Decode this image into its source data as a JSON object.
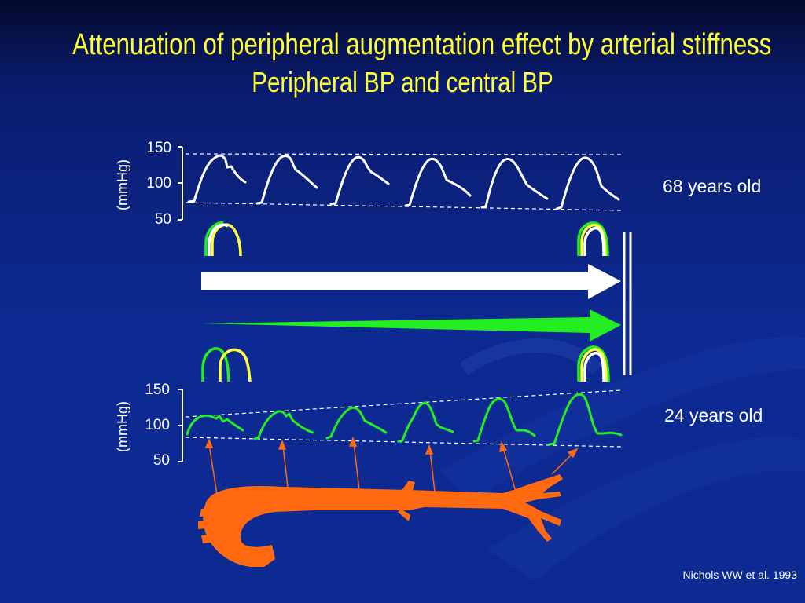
{
  "slide": {
    "title_line1": "Attenuation of peripheral augmentation effect by arterial stiffness",
    "title_line2": "Peripheral BP and central BP",
    "citation": "Nichols WW et al. 1993"
  },
  "panels": {
    "old": {
      "age_label": "68 years old",
      "unit": "(mmHg)",
      "ticks": [
        "150",
        "100",
        "50"
      ],
      "wave_color": "#ffffff"
    },
    "young": {
      "age_label": "24 years old",
      "unit": "(mmHg)",
      "ticks": [
        "150",
        "100",
        "50"
      ],
      "wave_color": "#22ee22"
    }
  },
  "colors": {
    "title": "#ffff33",
    "background": "#0d2a93",
    "artery": "#ff6a10",
    "white_arrow": "#ffffff",
    "green_arrow": "#22ee22",
    "reflected_wave": "#ffee55"
  }
}
